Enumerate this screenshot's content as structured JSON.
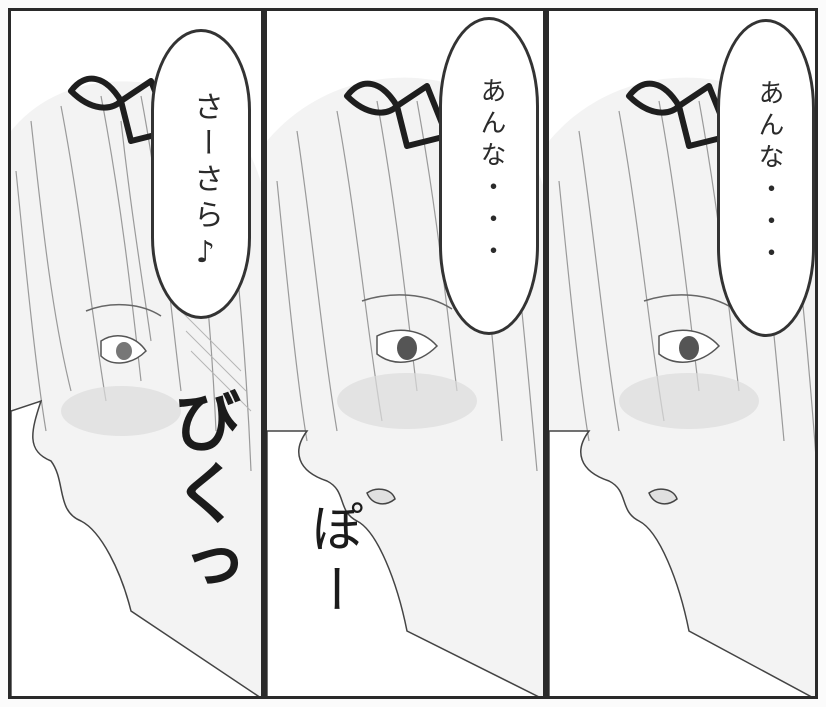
{
  "panels": [
    {
      "speech": "さーさら♪",
      "sfx": "びくっ"
    },
    {
      "speech": "あんな・・・",
      "sfx": "ぽー"
    },
    {
      "speech": "あんな・・・",
      "sfx": ""
    }
  ],
  "colors": {
    "ink": "#2a2a2a",
    "skin_shadow": "#d8d8d8",
    "paper": "#ffffff"
  },
  "icons": [
    "hair-ribbon-icon"
  ]
}
